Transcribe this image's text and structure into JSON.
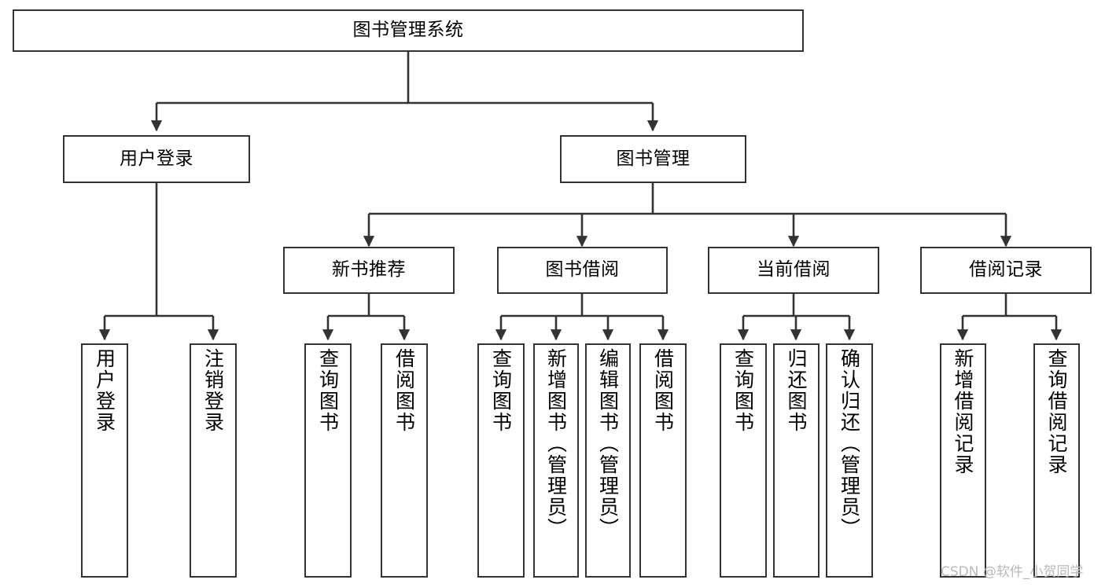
{
  "diagram": {
    "title": "图书管理系统",
    "type": "tree-hierarchy-diagram",
    "background_color": "#ffffff",
    "line_color": "#333333",
    "box_fill": "#ffffff",
    "text_color": "#000000"
  },
  "nodes": {
    "root": {
      "label": "图书管理系统"
    },
    "level2": [
      {
        "label": "用户登录"
      },
      {
        "label": "图书管理"
      }
    ],
    "level3": [
      {
        "label": "新书推荐"
      },
      {
        "label": "图书借阅"
      },
      {
        "label": "当前借阅"
      },
      {
        "label": "借阅记录"
      }
    ],
    "leaves": {
      "user_login": [
        {
          "label": "用户登录"
        },
        {
          "label": "注销登录"
        }
      ],
      "new_book_recommend": [
        {
          "label": "查询图书"
        },
        {
          "label": "借阅图书"
        }
      ],
      "book_borrow": [
        {
          "label": "查询图书"
        },
        {
          "label": "新增图书（管理员）"
        },
        {
          "label": "编辑图书（管理员）"
        },
        {
          "label": "借阅图书"
        }
      ],
      "current_borrow": [
        {
          "label": "查询图书"
        },
        {
          "label": "归还图书"
        },
        {
          "label": "确认归还（管理员）"
        }
      ],
      "borrow_record": [
        {
          "label": "新增借阅记录"
        },
        {
          "label": "查询借阅记录"
        }
      ]
    }
  },
  "watermark": {
    "text": "CSDN @软件_小贺同学",
    "color": "#b9b9b9"
  }
}
